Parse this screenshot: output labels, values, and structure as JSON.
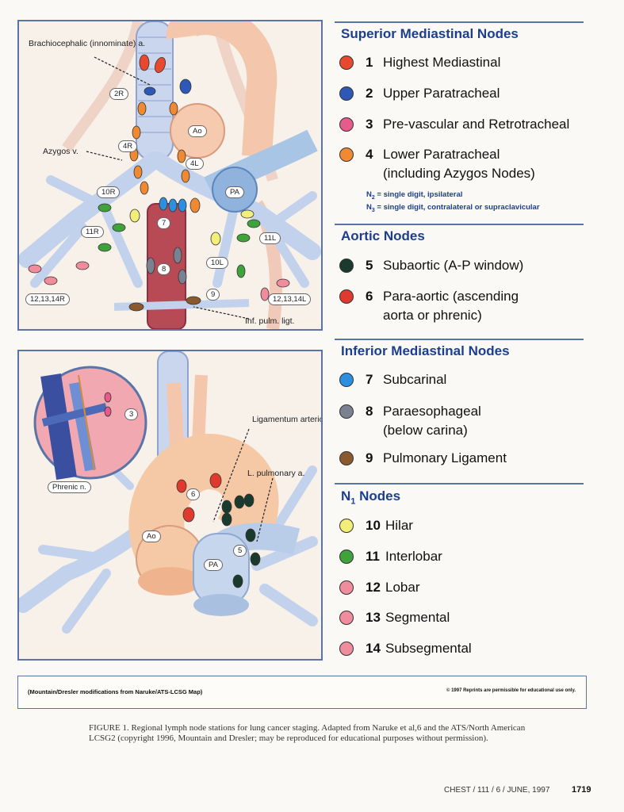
{
  "figure_top": {
    "labels": {
      "brachiocephalic": "Brachiocephalic (innominate) a.",
      "azygos": "Azygos v.",
      "inf_pulm_ligt": "Inf. pulm. ligt."
    },
    "tags": [
      "2R",
      "4R",
      "10R",
      "11R",
      "12,13,14R",
      "Ao",
      "4L",
      "PA",
      "7",
      "8",
      "10L",
      "11L",
      "9",
      "12,13,14L"
    ]
  },
  "figure_bottom": {
    "labels": {
      "ligamentum": "Ligamentum arteriosum",
      "l_pulmonary": "L. pulmonary a.",
      "phrenic": "Phrenic n."
    },
    "tags": [
      "3",
      "6",
      "Ao",
      "PA",
      "5"
    ]
  },
  "legend": {
    "superior": {
      "title": "Superior Mediastinal Nodes",
      "items": [
        {
          "num": "1",
          "text": "Highest Mediastinal",
          "color": "#e8492e"
        },
        {
          "num": "2",
          "text": "Upper Paratracheal",
          "color": "#2e58b8"
        },
        {
          "num": "3",
          "text": "Pre-vascular and Retrotracheal",
          "color": "#e85a8c"
        },
        {
          "num": "4",
          "text": "Lower Paratracheal",
          "text2": "(including Azygos Nodes)",
          "color": "#f08a32"
        }
      ],
      "note1_prefix": "N",
      "note1_sub": "2",
      "note1_text": " = single digit, ipsilateral",
      "note2_prefix": "N",
      "note2_sub": "3",
      "note2_text": " = single digit, contralateral or supraclavicular"
    },
    "aortic": {
      "title": "Aortic Nodes",
      "items": [
        {
          "num": "5",
          "text": "Subaortic (A-P window)",
          "color": "#1b3a2e"
        },
        {
          "num": "6",
          "text": "Para-aortic (ascending",
          "text2": "aorta or phrenic)",
          "color": "#e03a2e"
        }
      ]
    },
    "inferior": {
      "title": "Inferior Mediastinal Nodes",
      "items": [
        {
          "num": "7",
          "text": "Subcarinal",
          "color": "#2d8fe0"
        },
        {
          "num": "8",
          "text": "Paraesophageal",
          "text2": "(below carina)",
          "color": "#7a8190"
        },
        {
          "num": "9",
          "text": "Pulmonary Ligament",
          "color": "#8a5a2e"
        }
      ]
    },
    "n1": {
      "title_prefix": "N",
      "title_sub": "1",
      "title_text": " Nodes",
      "items": [
        {
          "num": "10",
          "text": "Hilar",
          "color": "#f2ee7a"
        },
        {
          "num": "11",
          "text": "Interlobar",
          "color": "#3fa23a"
        },
        {
          "num": "12",
          "text": "Lobar",
          "color": "#f08c9c"
        },
        {
          "num": "13",
          "text": "Segmental",
          "color": "#f08c9c"
        },
        {
          "num": "14",
          "text": "Subsegmental",
          "color": "#f08c9c"
        }
      ]
    }
  },
  "footer": {
    "left": "(Mountain/Dresler modifications from Naruke/ATS-LCSG Map)",
    "right": "© 1997 Reprints are permissible for educational use only."
  },
  "caption": "FIGURE 1. Regional lymph node stations for lung cancer staging. Adapted from Naruke et al,6 and the ATS/North American LCSG2 (copyright 1996, Mountain and Dresler; may be reproduced for educational purposes without permission).",
  "journal": "CHEST / 111 / 6 / JUNE, 1997",
  "page_number": "1719"
}
